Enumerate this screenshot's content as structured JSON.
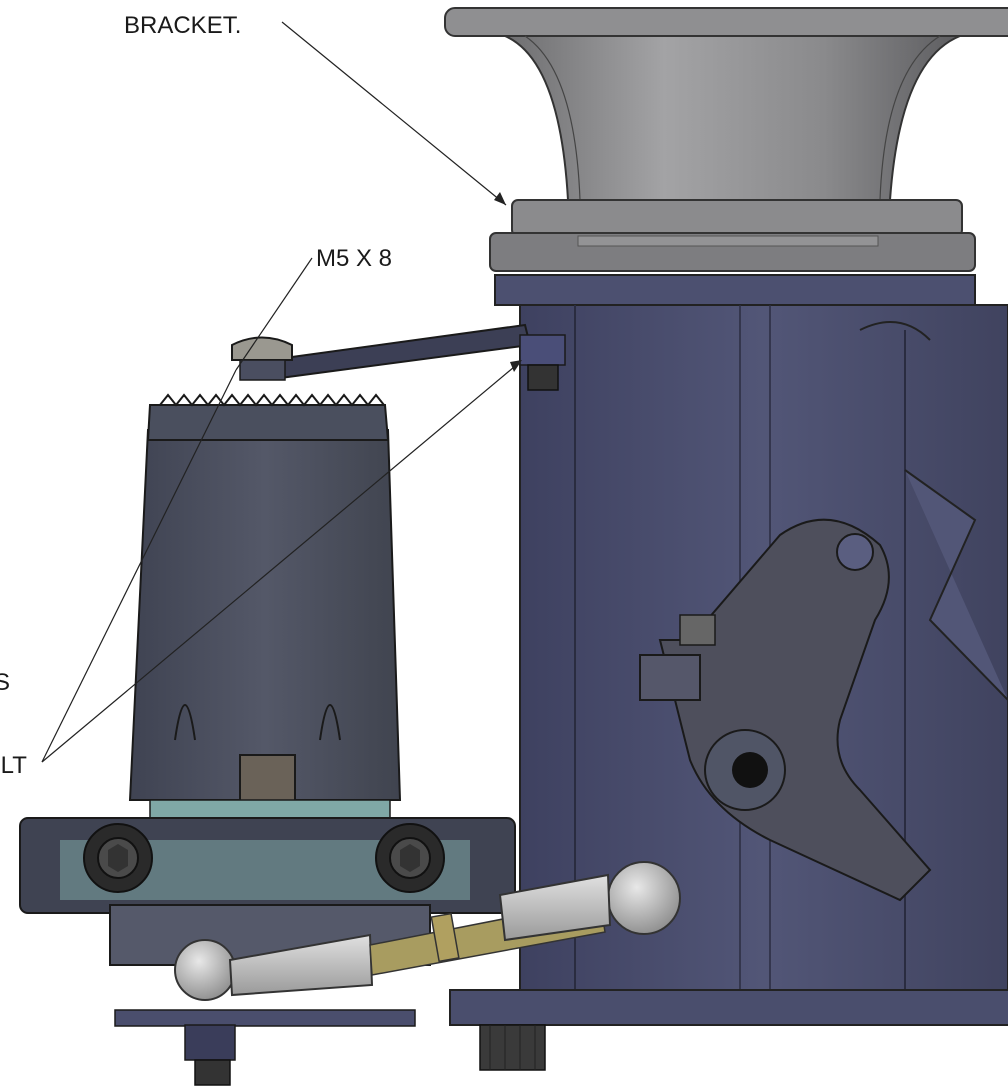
{
  "labels": {
    "bracket": "BRACKET.",
    "screw": "M5 X 8",
    "partial_line_1": "S",
    "partial_line_2": "OLT"
  },
  "colors": {
    "body_blue": "#454865",
    "body_blue_light": "#5a5e80",
    "actuator_dark": "#4a4f5e",
    "horn_grey": "#8a8a8c",
    "rod_silver": "#c9c9c9",
    "teal": "#7fa8a6",
    "leader": "#222222"
  }
}
